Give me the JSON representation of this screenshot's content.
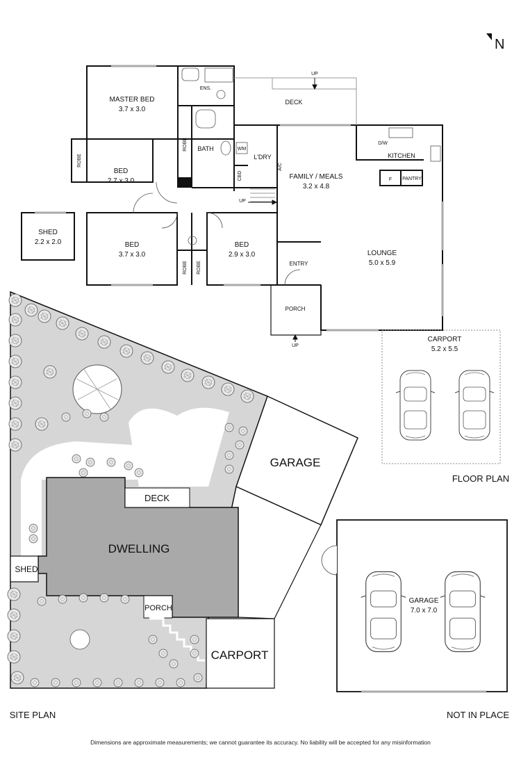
{
  "north": "N",
  "rooms": {
    "master_bed": {
      "name": "MASTER BED",
      "dims": "3.7 x 3.0"
    },
    "ens": "ENS.",
    "bath": "BATH",
    "robe_master": "ROBE",
    "wm": "WM",
    "ldry": "L'DRY",
    "cbd": "CBD",
    "ac": "A/C",
    "deck": "DECK",
    "deck_up": "UP",
    "kitchen": "KITCHEN",
    "dw": "D/W",
    "fridge": "F",
    "pantry": "PANTRY",
    "family": {
      "name": "FAMILY / MEALS",
      "dims": "3.2 x 4.8"
    },
    "bed2": {
      "name": "BED",
      "dims": "2.7 x 3.0"
    },
    "robe_bed2": "ROBE",
    "hall_up": "UP",
    "shed": {
      "name": "SHED",
      "dims": "2.2 x 2.0"
    },
    "bed3": {
      "name": "BED",
      "dims": "3.7 x 3.0"
    },
    "bed4": {
      "name": "BED",
      "dims": "2.9 x 3.0"
    },
    "robe_a": "ROBE",
    "robe_b": "ROBE",
    "lounge": {
      "name": "LOUNGE",
      "dims": "5.0 x 5.9"
    },
    "entry": "ENTRY",
    "porch": "PORCH",
    "porch_up": "UP",
    "carport": {
      "name": "CARPORT",
      "dims": "5.2 x 5.5"
    }
  },
  "site": {
    "garage": "GARAGE",
    "deck": "DECK",
    "dwelling": "DWELLING",
    "shed": "SHED",
    "porch": "PORCH",
    "carport": "CARPORT"
  },
  "garage_plan": {
    "name": "GARAGE",
    "dims": "7.0 x 7.0"
  },
  "captions": {
    "floor_plan": "FLOOR PLAN",
    "site_plan": "SITE PLAN",
    "not_in_place": "NOT IN PLACE"
  },
  "disclaimer": "Dimensions are approximate measurements; we cannot guarantee its accuracy. No liability will be accepted for any misinformation"
}
